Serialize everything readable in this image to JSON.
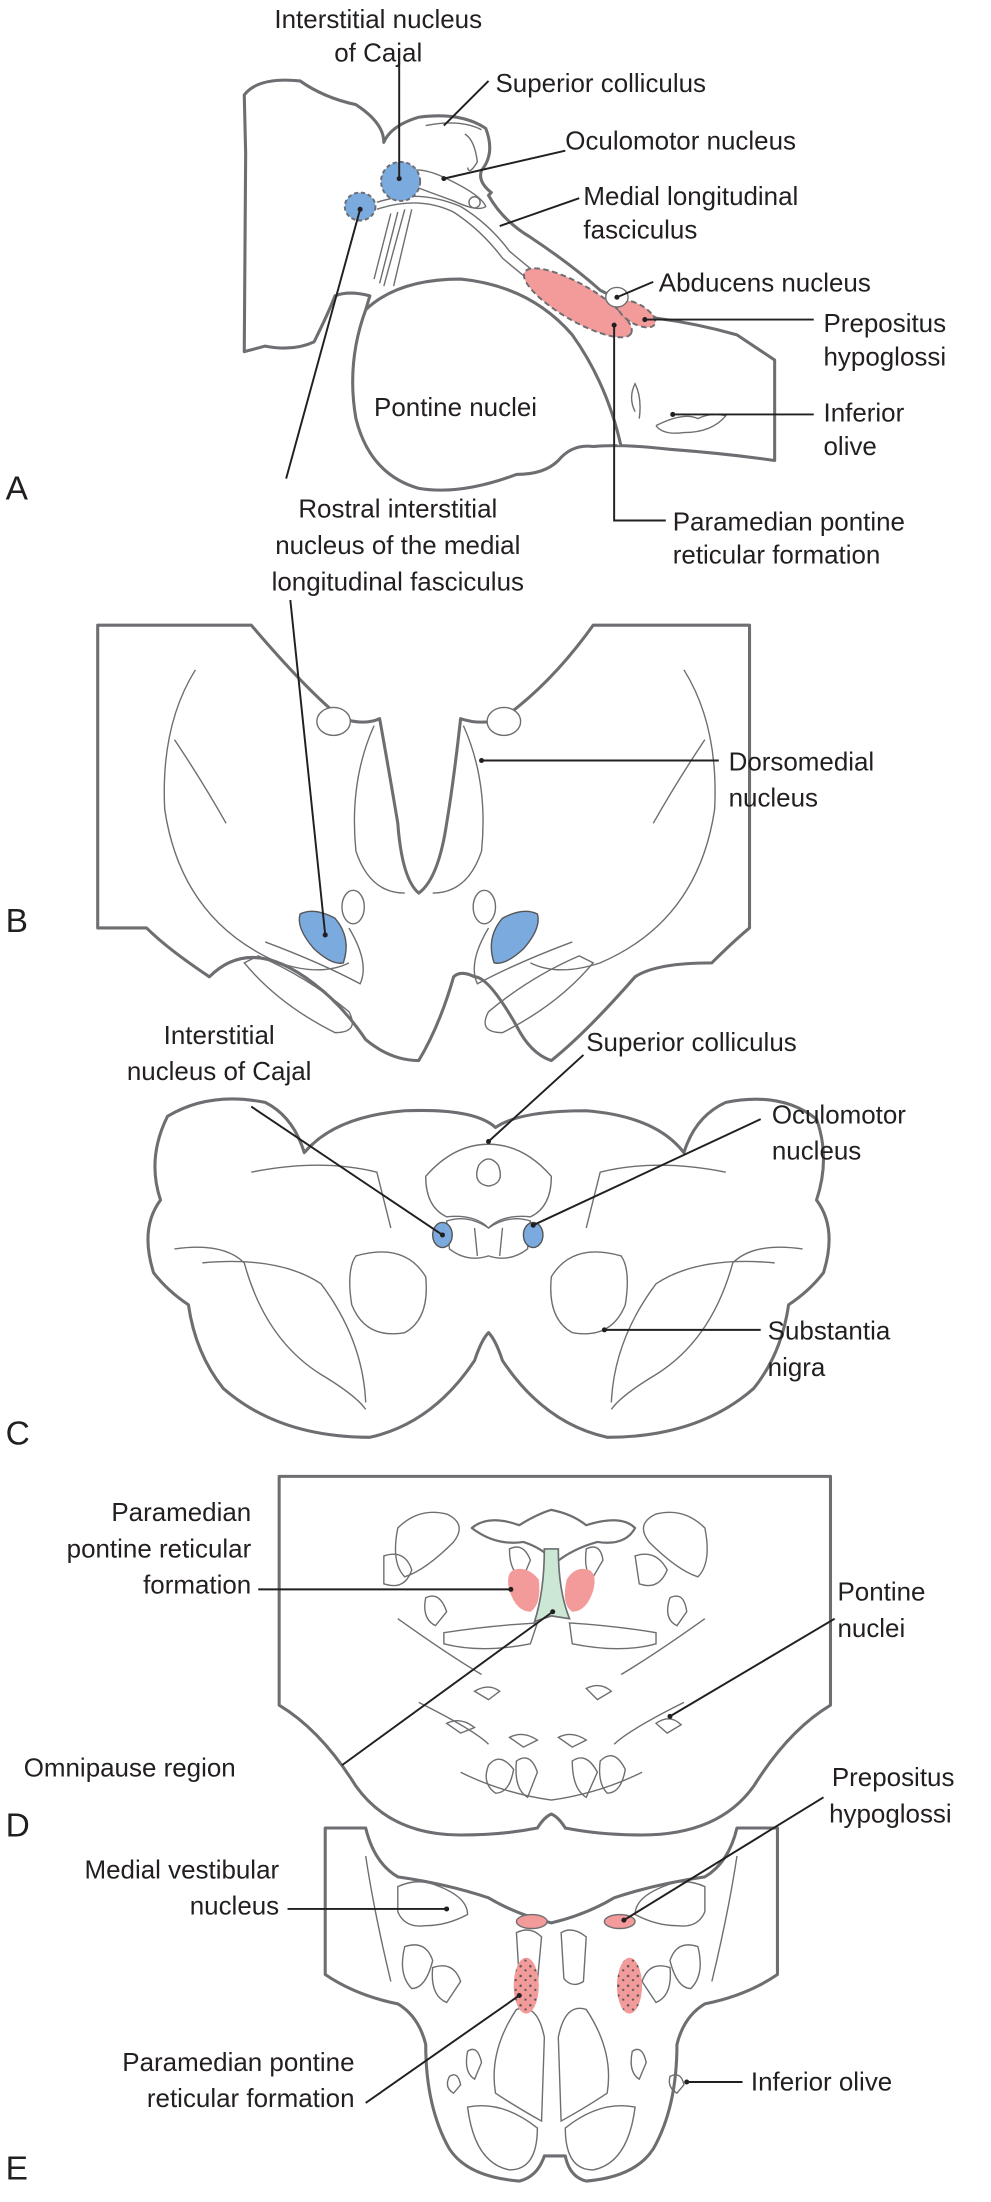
{
  "colors": {
    "gaze_vertical_nuclei": "#7aaade",
    "gaze_horizontal_nuclei": "#f29b9a",
    "omnipause": "#cce8d4",
    "outline": "#6d6e71",
    "text": "#231f20"
  },
  "panels": {
    "A": {
      "letter": "A",
      "labels": {
        "cajal_1": "Interstitial nucleus",
        "cajal_2": "of Cajal",
        "superior_colliculus": "Superior colliculus",
        "oculomotor": "Oculomotor nucleus",
        "mlf_1": "Medial longitudinal",
        "mlf_2": "fasciculus",
        "abducens": "Abducens nucleus",
        "prepositus_1": "Prepositus",
        "prepositus_2": "hypoglossi",
        "pontine": "Pontine nuclei",
        "olive_1": "Inferior",
        "olive_2": "olive",
        "pprf_1": "Paramedian pontine",
        "pprf_2": "reticular formation",
        "rimlf_1": "Rostral interstitial",
        "rimlf_2": "nucleus of the medial",
        "rimlf_3": "longitudinal fasciculus"
      }
    },
    "B": {
      "letter": "B",
      "labels": {
        "dorsomedial_1": "Dorsomedial",
        "dorsomedial_2": "nucleus"
      }
    },
    "C": {
      "letter": "C",
      "labels": {
        "cajal_1": "Interstitial",
        "cajal_2": "nucleus of Cajal",
        "superior_colliculus": "Superior colliculus",
        "oculomotor_1": "Oculomotor",
        "oculomotor_2": "nucleus",
        "substantia_1": "Substantia",
        "substantia_2": "nigra"
      }
    },
    "D": {
      "letter": "D",
      "labels": {
        "pprf_1": "Paramedian",
        "pprf_2": "pontine reticular",
        "pprf_3": "formation",
        "pontine_1": "Pontine",
        "pontine_2": "nuclei",
        "omnipause": "Omnipause region"
      }
    },
    "E": {
      "letter": "E",
      "labels": {
        "prepositus_1": "Prepositus",
        "prepositus_2": "hypoglossi",
        "mvn_1": "Medial vestibular",
        "mvn_2": "nucleus",
        "pprf_1": "Paramedian pontine",
        "pprf_2": "reticular formation",
        "olive": "Inferior olive"
      }
    }
  }
}
